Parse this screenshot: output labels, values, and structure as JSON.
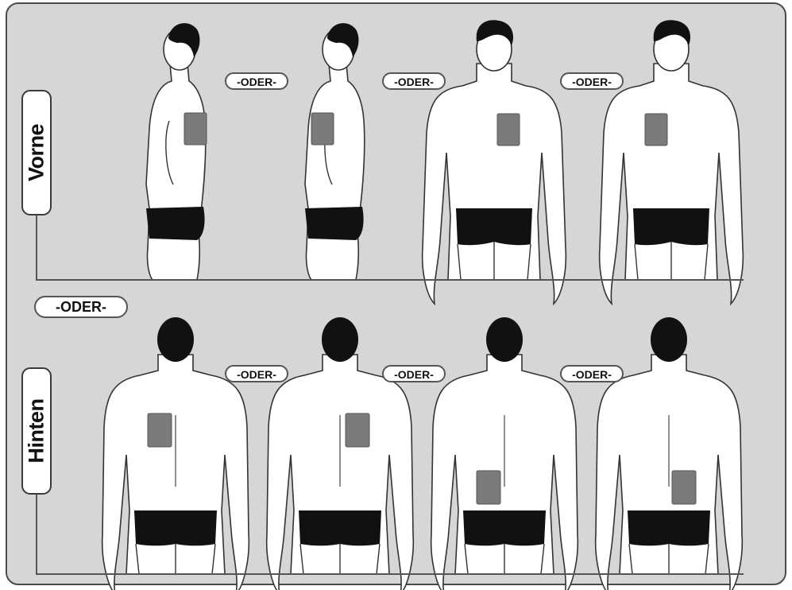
{
  "labels": {
    "front": "Vorne",
    "back": "Hinten"
  },
  "separator_text": "-ODER-",
  "colors": {
    "panel_background": "#d6d6d6",
    "patch": "#7a7a7a",
    "skin": "#ffffff",
    "hair_and_briefs": "#111111"
  },
  "figures": {
    "front_row": [
      {
        "view": "side profile facing left",
        "patch_location": "upper arm"
      },
      {
        "view": "side profile facing left",
        "patch_location": "upper arm"
      },
      {
        "view": "front",
        "patch_location": "upper chest"
      },
      {
        "view": "front",
        "patch_location": "upper chest"
      }
    ],
    "back_row": [
      {
        "view": "back",
        "patch_location": "upper back"
      },
      {
        "view": "back",
        "patch_location": "upper back"
      },
      {
        "view": "back",
        "patch_location": "lower back"
      },
      {
        "view": "back",
        "patch_location": "lower back"
      }
    ]
  }
}
